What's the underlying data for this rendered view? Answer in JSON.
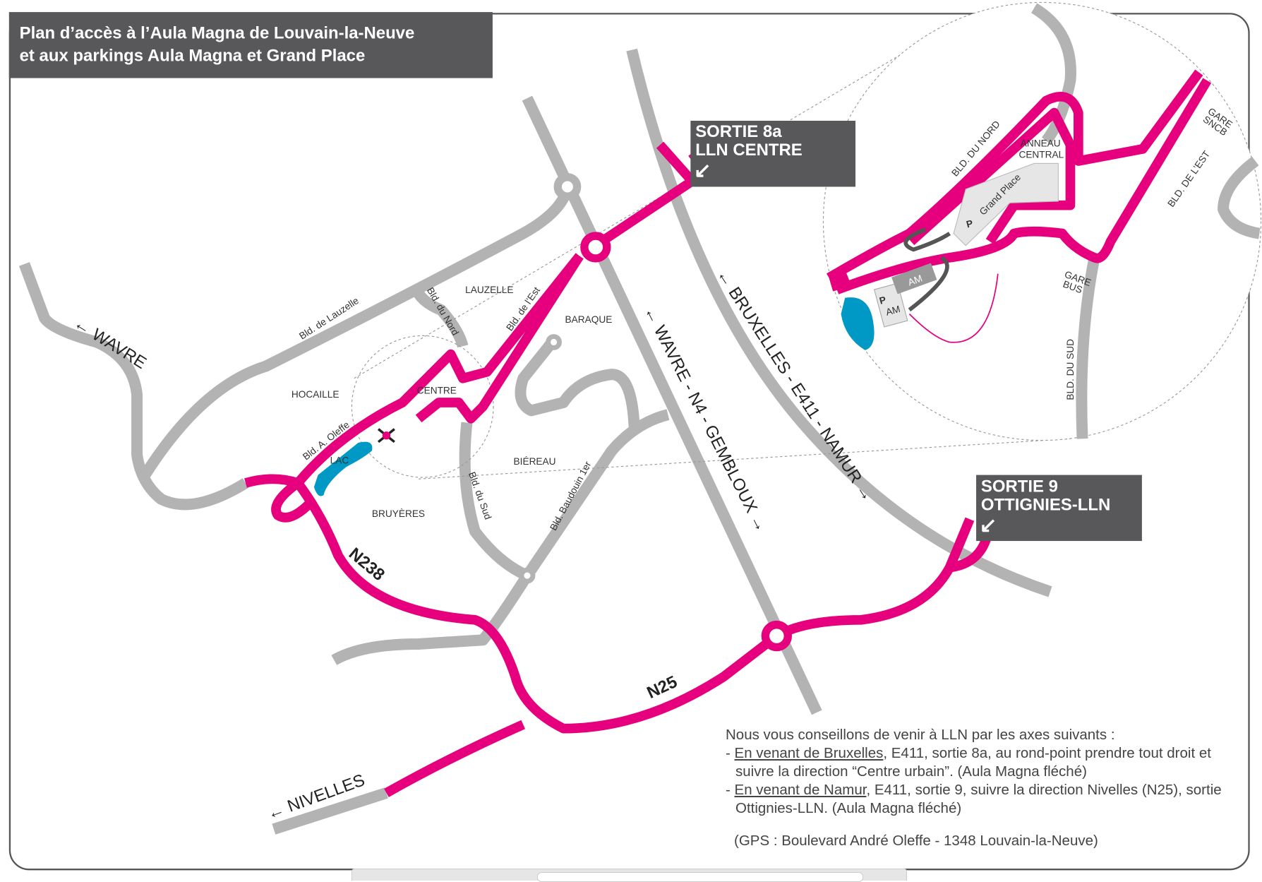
{
  "title": {
    "line1": "Plan d’accès à l’Aula Magna de Louvain-la-Neuve",
    "line2": "et aux parkings Aula Magna et Grand Place"
  },
  "exits": [
    {
      "line1": "SORTIE 8a",
      "line2": "LLN CENTRE",
      "arrow": "↙"
    },
    {
      "line1": "SORTIE 9",
      "line2": "OTTIGNIES-LLN",
      "arrow": "↙"
    }
  ],
  "roads": {
    "wavre": "← WAVRE",
    "e411": "← BRUXELLES - E411 - NAMUR →",
    "n4": "← WAVRE - N4 - GEMBLOUX →",
    "n238": "N238",
    "n25": "N25",
    "nivelles": "← NIVELLES"
  },
  "streets": {
    "lauzelle_bld": "Bld. de Lauzelle",
    "nord": "Bld. du Nord",
    "est": "Bld. de l’Est",
    "oleffe": "Bld. A. Oleffe",
    "sud": "Bld. du Sud",
    "baudouin": "Bld. Baudouin 1er"
  },
  "districts": {
    "lauzelle": "LAUZELLE",
    "baraque": "BARAQUE",
    "hocaille": "HOCAILLE",
    "centre": "CENTRE",
    "lac": "LAC",
    "biereau": "BIÉREAU",
    "bruyeres": "BRUYÈRES"
  },
  "inset": {
    "bld_nord": "BLD. DU NORD",
    "anneau1": "ANNEAU",
    "anneau2": "CENTRAL",
    "grand_place_p": "P",
    "grand_place": "Grand Place",
    "gare_sncb1": "GARE",
    "gare_sncb2": "SNCB",
    "bld_est": "BLD. DE L’EST",
    "gare_bus1": "GARE",
    "gare_bus2": "BUS",
    "am": "AM",
    "p_am": "P",
    "p_am_sub": "AM",
    "bld_sud": "BLD. DU SUD"
  },
  "info": {
    "intro": "Nous vous conseillons de venir à LLN par les axes suivants :",
    "item1_link": "En venant de Bruxelles",
    "item1_text": ", E411, sortie 8a, au rond-point prendre tout droit et suivre la direction “Centre urbain”. (Aula Magna fléché)",
    "item2_link": "En venant de Namur",
    "item2_text": ", E411, sortie 9, suivre la direction Nivelles (N25), sortie Ottignies-LLN. (Aula Magna fléché)",
    "gps": "(GPS : Boulevard André Oleffe - 1348 Louvain-la-Neuve)"
  },
  "colors": {
    "route": "#e6007e",
    "road": "#b3b3b3",
    "lake": "#0099c6",
    "box": "#58585a"
  }
}
